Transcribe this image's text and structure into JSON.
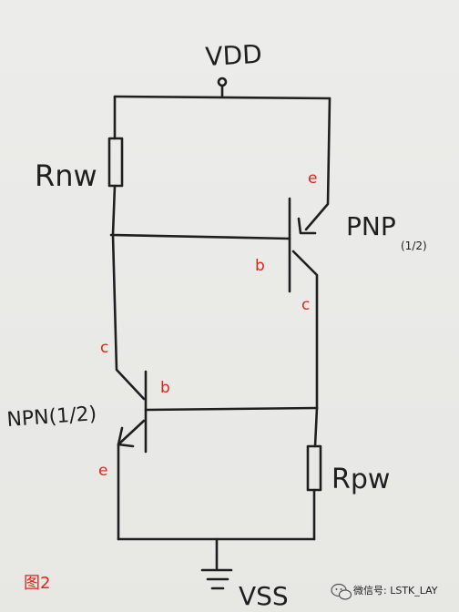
{
  "labels": {
    "vdd": "VDD",
    "vss": "VSS",
    "r_nw": "Rnw",
    "r_pw": "Rpw",
    "pnp": "PNP",
    "pnp_sub": "(1/2)",
    "npn": "NPN(1/2)"
  },
  "pnp_terminals": {
    "emitter": "e",
    "base": "b",
    "collector": "c"
  },
  "npn_terminals": {
    "collector": "c",
    "base": "b",
    "emitter": "e"
  },
  "figure_label": "图2",
  "watermark": "微信号: LSTK_LAY",
  "colors": {
    "ink": "#1f1f1f",
    "terminal": "#e0241b",
    "figure_label": "#e0241b"
  },
  "icons": {
    "watermark": "wechat-icon"
  }
}
